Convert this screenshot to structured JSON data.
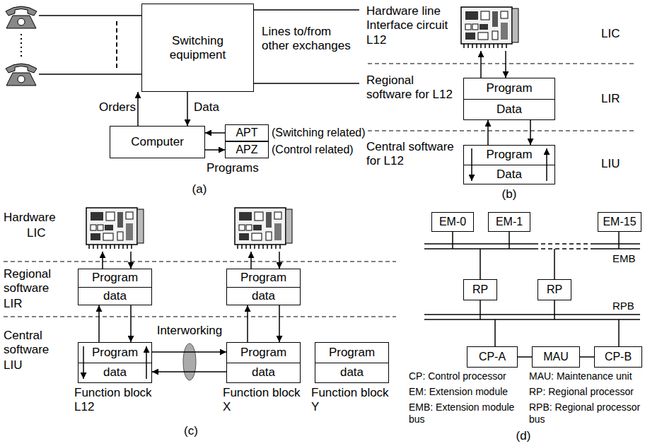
{
  "diagram": {
    "nodes": [
      {
        "text": [
          "Switching equipment"
        ]
      },
      {
        "text": [
          "Computer"
        ]
      },
      {
        "text": [
          "APT"
        ]
      },
      {
        "text": [
          "APZ"
        ]
      },
      {
        "text": [
          "Program",
          "Data"
        ]
      },
      {
        "text": [
          "Program",
          "Data"
        ]
      },
      {
        "text": [
          "Program",
          "data"
        ]
      },
      {
        "text": [
          "Program",
          "data"
        ]
      },
      {
        "text": [
          "Program",
          "data"
        ]
      },
      {
        "text": [
          "Program",
          "data"
        ]
      },
      {
        "text": [
          "Program",
          "data"
        ]
      },
      {
        "text": [
          "EM-0"
        ]
      },
      {
        "text": [
          "EM-1"
        ]
      },
      {
        "text": [
          "EM-15"
        ]
      },
      {
        "text": [
          "RP"
        ]
      },
      {
        "text": [
          "RP"
        ]
      },
      {
        "text": [
          "CP-A"
        ]
      },
      {
        "text": [
          "MAU"
        ]
      },
      {
        "text": [
          "CP-B"
        ]
      }
    ],
    "edges": [
      {
        "from": 1,
        "to": 0,
        "arrow": "to",
        "label": "Orders"
      },
      {
        "from": 0,
        "to": 1,
        "arrow": "to",
        "label": "Data"
      },
      {
        "from": 2,
        "to": 1,
        "arrow": "to"
      },
      {
        "from": 1,
        "to": 3,
        "arrow": "to"
      },
      {
        "from": 5,
        "to": 4,
        "arrow": "to"
      },
      {
        "from": 4,
        "to": 5,
        "arrow": "to"
      },
      {
        "from": 8,
        "to": 6,
        "arrow": "to"
      },
      {
        "from": 6,
        "to": 8,
        "arrow": "to"
      },
      {
        "from": 9,
        "to": 7,
        "arrow": "to"
      },
      {
        "from": 7,
        "to": 9,
        "arrow": "to"
      },
      {
        "from": 8,
        "to": 9,
        "arrow": "to"
      },
      {
        "from": 9,
        "to": 8,
        "arrow": "to"
      },
      {
        "from": 16,
        "to": 17,
        "arrow": "none"
      },
      {
        "from": 17,
        "to": 18,
        "arrow": "none"
      }
    ],
    "labels": [
      "Lines to/from other exchanges",
      "(Switching related)",
      "(Control related)",
      "Programs",
      "(a)",
      "Hardware line Interface circuit L12",
      "LIC",
      "Regional software for L12",
      "LIR",
      "Central software for L12",
      "LIU",
      "(b)",
      "Hardware",
      "LIC",
      "Regional software",
      "LIR",
      "Interworking",
      "Central software",
      "LIU",
      "Function block L12",
      "Function block X",
      "Function block Y",
      "(c)",
      "EMB",
      "RPB",
      "CP: Control processor",
      "MAU: Maintenance unit",
      "EM: Extension module",
      "RP: Regional processor",
      "EMB: Extension module bus",
      "RPB: Regional processor bus",
      "(d)"
    ]
  }
}
